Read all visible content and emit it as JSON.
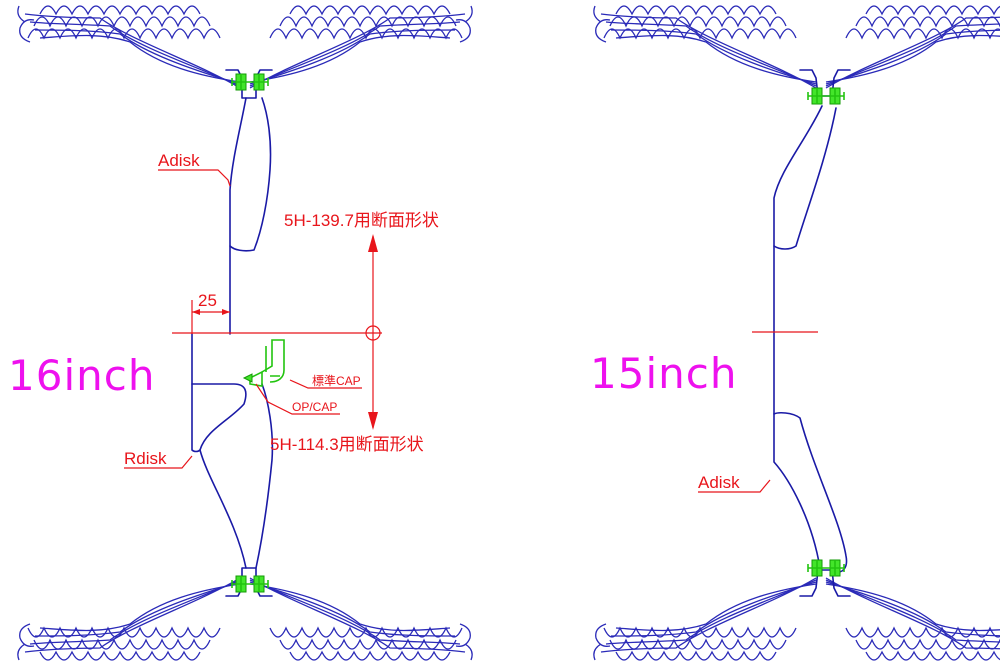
{
  "left_wheel": {
    "size_label": "16inch",
    "adisk_label": "Adisk",
    "rdisk_label": "Rdisk",
    "dimension_label": "25",
    "upper_section_label": "5H-139.7用断面形状",
    "lower_section_label": "5H-114.3用断面形状",
    "standard_cap_label": "標準CAP",
    "op_cap_label": "OP/CAP"
  },
  "right_wheel": {
    "size_label": "15inch",
    "adisk_label": "Adisk"
  },
  "colors": {
    "wheel_outline": "#1a1aa6",
    "annotation": "#e8151b",
    "bolt": "#43e52a",
    "size_label": "#ee11ee"
  }
}
